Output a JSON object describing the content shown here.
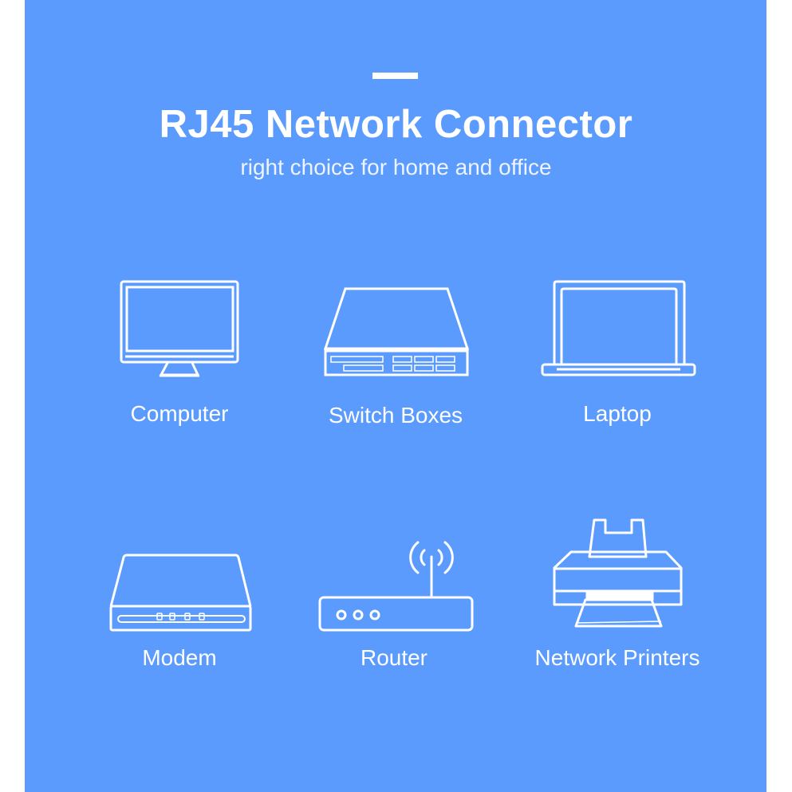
{
  "header": {
    "title": "RJ45 Network Connector",
    "subtitle": "right choice for home and office"
  },
  "colors": {
    "background": "#5a9bfd",
    "foreground": "#ffffff"
  },
  "devices": [
    {
      "label": "Computer",
      "icon": "monitor-icon"
    },
    {
      "label": "Switch Boxes",
      "icon": "switch-icon"
    },
    {
      "label": "Laptop",
      "icon": "laptop-icon"
    },
    {
      "label": "Modem",
      "icon": "modem-icon"
    },
    {
      "label": "Router",
      "icon": "router-icon"
    },
    {
      "label": "Network Printers",
      "icon": "printer-icon"
    }
  ]
}
